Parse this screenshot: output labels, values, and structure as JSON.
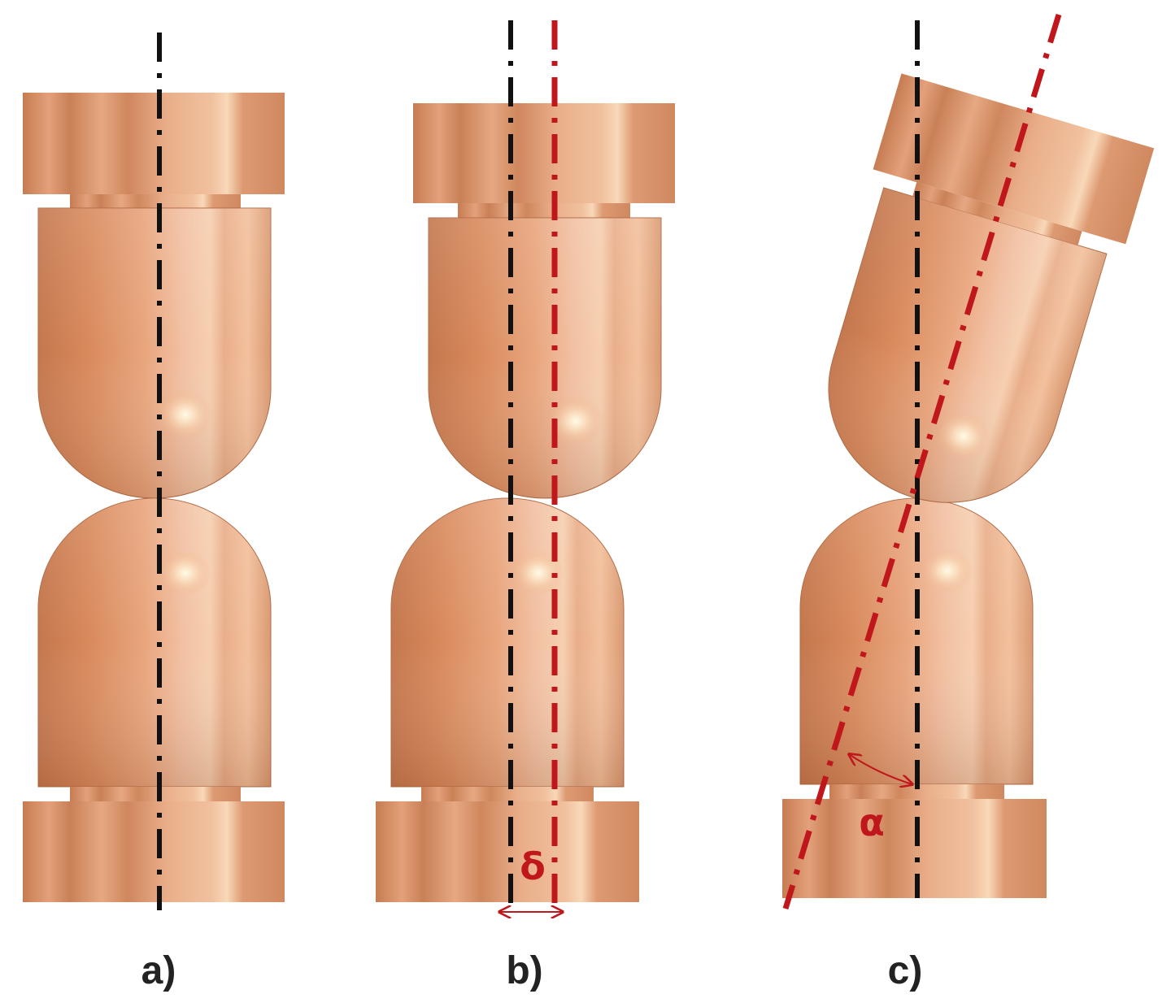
{
  "colors": {
    "copper_light": "#f3c29c",
    "copper_mid": "#dd9166",
    "copper_dark": "#b8673f",
    "electrode_axis": "#111111",
    "offset_axis": "#c0171c"
  },
  "panels": [
    {
      "id": "a",
      "label": "a)",
      "condition": "aligned"
    },
    {
      "id": "b",
      "label": "b)",
      "condition": "axial-offset",
      "symbol": "δ"
    },
    {
      "id": "c",
      "label": "c)",
      "condition": "angular-misalignment",
      "symbol": "α"
    }
  ]
}
